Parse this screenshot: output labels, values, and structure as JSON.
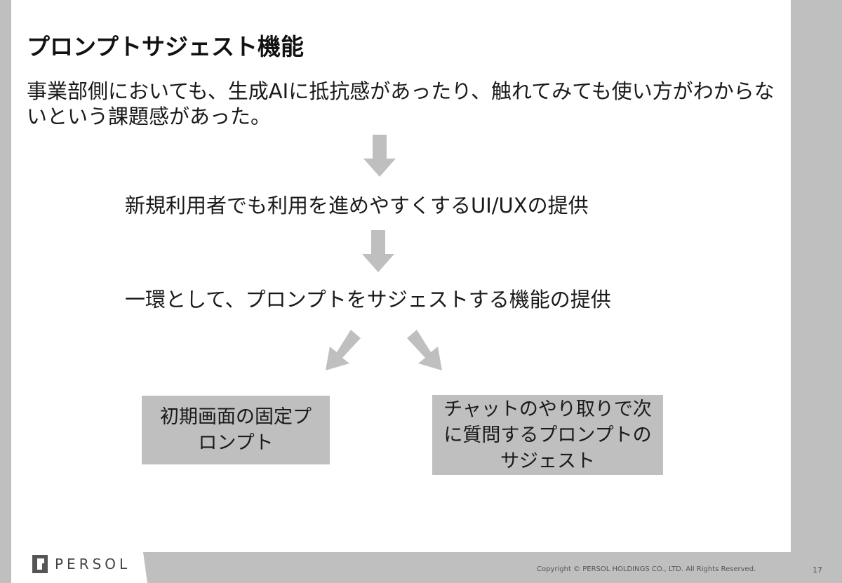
{
  "slide": {
    "title": "プロンプトサジェスト機能",
    "intro": "事業部側においても、生成AIに抵抗感があったり、触れてみても使い方がわからないという課題感があった。",
    "step1": "新規利用者でも利用を進めやすくするUI/UXの提供",
    "step2": "一環として、プロンプトをサジェストする機能の提供",
    "box1_line1": "初期画面の固定プ",
    "box1_line2": "ロンプト",
    "box2_line1": "チャットのやり取りで次",
    "box2_line2": "に質問するプロンプトの",
    "box2_line3": "サジェスト"
  },
  "footer": {
    "logo_text": "PERSOL",
    "copyright": "Copyright © PERSOL HOLDINGS CO., LTD. All Rights Reserved.",
    "page_number": "17"
  },
  "colors": {
    "background": "#bfbfbf",
    "slide": "#ffffff",
    "arrow": "#bfbfbf",
    "box": "#bfbfbf",
    "text": "#1a1a1a"
  },
  "icons": {
    "arrow_down_1": "down-arrow-icon",
    "arrow_down_2": "down-arrow-icon",
    "arrow_left": "down-left-arrow-icon",
    "arrow_right": "down-right-arrow-icon",
    "logo_mark": "persol-logo-mark"
  }
}
